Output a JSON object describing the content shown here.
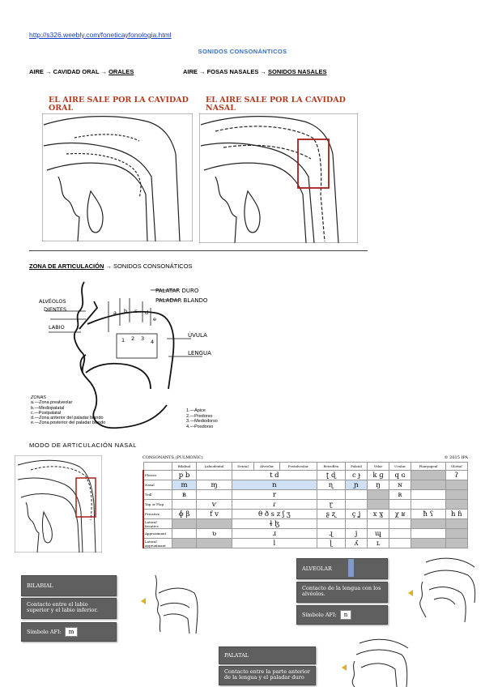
{
  "url": "http://s326.weebly.com/foneticayfonologia.html",
  "title": "SONIDOS CONSONÁNTICOS",
  "row1": {
    "left_prefix": "AIRE → CAVIDAD ORAL → ",
    "left_term": "ORALES",
    "right_prefix": "AIRE → FOSAS NASALES → ",
    "right_term": "SONIDOS NASALES"
  },
  "figure_oral_heading": "EL AIRE SALE POR LA CAVIDAD ORAL",
  "figure_nasal_heading": "EL AIRE SALE POR LA CAVIDAD NASAL",
  "zona": {
    "term": "ZONA DE ARTICULACIÓN",
    "rest": " → SONIDOS CONSONÁTICOS"
  },
  "zona_labels": {
    "palatar_duro": "PALATAR DURO",
    "paladar_blando": "PALADAR BLANDO",
    "alveolos": "ALVÉOLOS",
    "dientes": "DIENTES",
    "labio": "LABIO",
    "uvula": "ÚVULA",
    "lengua": "LENGUA",
    "letters": [
      "a",
      "b",
      "c",
      "d",
      "e"
    ],
    "numbers": [
      "1",
      "2",
      "3",
      "4"
    ]
  },
  "zonas_legend": {
    "title": "ZONAS",
    "items": [
      "a.—Zona prealveolar",
      "b.—Mediopalatal",
      "c.—Postpalatal",
      "d.—Zona anterior del paladar blando",
      "e.—Zona posterior del paladar blando"
    ]
  },
  "lengua_legend": [
    "1.—Ápice",
    "2.—Predorso",
    "3.—Mediodorso",
    "4.—Posdorso"
  ],
  "modo_title": "MODO DE ARTICULACIÓN NASAL",
  "ipa": {
    "title": "CONSONANTS (PULMONIC)",
    "copyright": "© 2015 IPA",
    "columns": [
      "Bilabial",
      "Labiodental",
      "Dental",
      "Alveolar",
      "Postalveolar",
      "Retroflex",
      "Palatal",
      "Velar",
      "Uvular",
      "Pharyngeal",
      "Glottal"
    ],
    "rows": [
      {
        "label": "Plosive",
        "cells": [
          "p b",
          "",
          "t d",
          "",
          "ʈ ɖ",
          "c ɟ",
          "k ɡ",
          "q ɢ",
          "",
          "ʔ"
        ]
      },
      {
        "label": "Nasal",
        "cells": [
          "m",
          "ɱ",
          "n",
          "",
          "ɳ",
          "ɲ",
          "ŋ",
          "ɴ",
          "",
          ""
        ]
      },
      {
        "label": "Trill",
        "cells": [
          "ʙ",
          "",
          "r",
          "",
          "",
          "",
          "",
          "ʀ",
          "",
          ""
        ]
      },
      {
        "label": "Tap or Flap",
        "cells": [
          "",
          "ⱱ",
          "ɾ",
          "",
          "ɽ",
          "",
          "",
          "",
          "",
          ""
        ]
      },
      {
        "label": "Fricative",
        "cells": [
          "ɸ β",
          "f v",
          "θ ð s z ʃ ʒ",
          "",
          "ʂ ʐ",
          "ç ʝ",
          "x ɣ",
          "χ ʁ",
          "ħ ʕ",
          "h ɦ"
        ]
      },
      {
        "label": "Lateral fricative",
        "cells": [
          "",
          "",
          "ɬ ɮ",
          "",
          "",
          "",
          "",
          "",
          "",
          ""
        ]
      },
      {
        "label": "Approximant",
        "cells": [
          "",
          "ʋ",
          "ɹ",
          "",
          "ɻ",
          "j",
          "ɰ",
          "",
          "",
          ""
        ]
      },
      {
        "label": "Lateral approximant",
        "cells": [
          "",
          "",
          "l",
          "",
          "ɭ",
          "ʎ",
          "ʟ",
          "",
          "",
          ""
        ]
      }
    ]
  },
  "cards": {
    "bilabial": {
      "title": "BILABIAL",
      "desc": "Contacto entre el labio superior y el labio inferior.",
      "sym_label": "Símbolo AFI:",
      "sym": "m"
    },
    "alveolar": {
      "title": "ALVEOLAR",
      "desc": "Contacto de la lengua con los alvéolos.",
      "sym_label": "Símbolo AFI:",
      "sym": "n"
    },
    "palatal": {
      "title": "PALATAL",
      "desc": "Contacto entre la parte anterior de la lengua y el paladar duro"
    }
  },
  "colors": {
    "link": "#1a3cc8",
    "title_blue": "#3a6fc4",
    "heading_red": "#b33a1f",
    "highlight_box": "#a32020",
    "card_bg": "#5f5f5f",
    "ipa_highlight": "#cfe0f5"
  },
  "icons": [
    "speaker-icon"
  ]
}
